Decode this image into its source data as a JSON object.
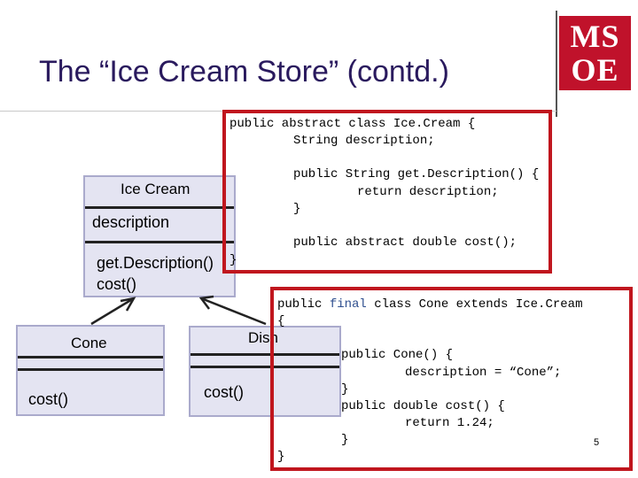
{
  "slide": {
    "title": "The “Ice Cream Store” (contd.)",
    "logo": {
      "line1": "MS",
      "line2": "OE",
      "accent": "#c0122b"
    },
    "page_number": "5"
  },
  "uml": {
    "icecream": {
      "name": "Ice Cream",
      "attribute": "description",
      "methods": [
        "get.Description()",
        "cost()"
      ]
    },
    "cone": {
      "name": "Cone",
      "method": "cost()"
    },
    "dish": {
      "name": "Dish",
      "method": "cost()"
    }
  },
  "code_icecream": {
    "line1": "public abstract class Ice.Cream {",
    "line2": "String description;",
    "line3": "public String get.Description() {",
    "line4": "return description;",
    "line5": "}",
    "line6": "public abstract double cost();",
    "line7": "}"
  },
  "code_cone": {
    "line1_a": "public ",
    "line1_kw": "final",
    "line1_b": " class Cone extends Ice.Cream",
    "line2": "{",
    "line3": "public Cone() {",
    "line4": "description = “Cone”;",
    "line5": "}",
    "line6": "public double cost() {",
    "line7": "return 1.24;",
    "line8": "}",
    "line9": "}"
  }
}
